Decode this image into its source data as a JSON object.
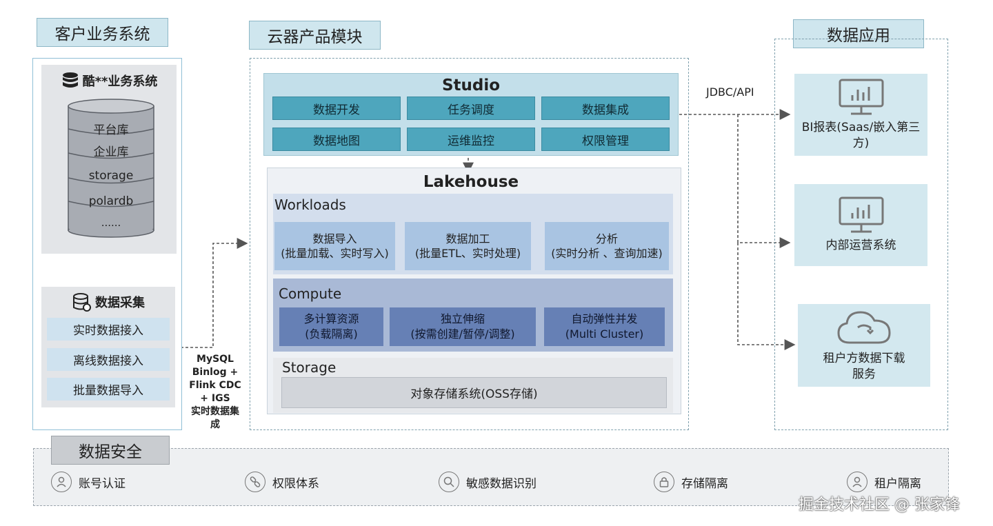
{
  "headers": {
    "customer": "客户业务系统",
    "cloud": "云器产品模块",
    "apps": "数据应用",
    "security": "数据安全"
  },
  "customer": {
    "system_title": "酷**业务系统",
    "db_items": [
      "平台库",
      "企业库",
      "storage",
      "polardb",
      "......"
    ],
    "collect_title": "数据采集",
    "collect_items": [
      "实时数据接入",
      "离线数据接入",
      "批量数据导入"
    ]
  },
  "integration_label": {
    "lines": [
      "MySQL",
      "Binlog +",
      "Flink CDC",
      "+ IGS",
      "实时数据集",
      "成"
    ]
  },
  "studio": {
    "title": "Studio",
    "items": [
      "数据开发",
      "任务调度",
      "数据集成",
      "数据地图",
      "运维监控",
      "权限管理"
    ]
  },
  "lakehouse": {
    "title": "Lakehouse",
    "workloads_title": "Workloads",
    "workloads": [
      {
        "name": "数据导入",
        "sub": "(批量加载、实时写入)"
      },
      {
        "name": "数据加工",
        "sub": "(批量ETL、实时处理)"
      },
      {
        "name": "分析",
        "sub": "(实时分析 、查询加速)"
      }
    ],
    "compute_title": "Compute",
    "compute": [
      {
        "name": "多计算资源",
        "sub": "(负载隔离)"
      },
      {
        "name": "独立伸缩",
        "sub": "(按需创建/暂停/调整)"
      },
      {
        "name": "自动弹性并发",
        "sub": "(Multi Cluster)"
      }
    ],
    "storage_title": "Storage",
    "storage_item": "对象存储系统(OSS存储)"
  },
  "connector_label": "JDBC/API",
  "apps": [
    {
      "icon": "monitor-chart-icon",
      "label": "BI报表(Saas/嵌入第三方)"
    },
    {
      "icon": "monitor-chart-icon",
      "label": "内部运营系统"
    },
    {
      "icon": "cloud-download-icon",
      "label": "租户方数据下载服务"
    }
  ],
  "security_items": [
    {
      "icon": "user-icon",
      "label": "账号认证"
    },
    {
      "icon": "link-icon",
      "label": "权限体系"
    },
    {
      "icon": "search-icon",
      "label": "敏感数据识别"
    },
    {
      "icon": "lock-icon",
      "label": "存储隔离"
    },
    {
      "icon": "user-icon",
      "label": "租户隔离"
    }
  ],
  "watermark": "掘金技术社区 @ 张家锋",
  "colors": {
    "header_bg": "#cfe6ee",
    "studio_item": "#4ea6bd",
    "workload_box": "#a9c4e2",
    "compute_box": "#6680b5",
    "app_box": "#d3e8ef"
  }
}
